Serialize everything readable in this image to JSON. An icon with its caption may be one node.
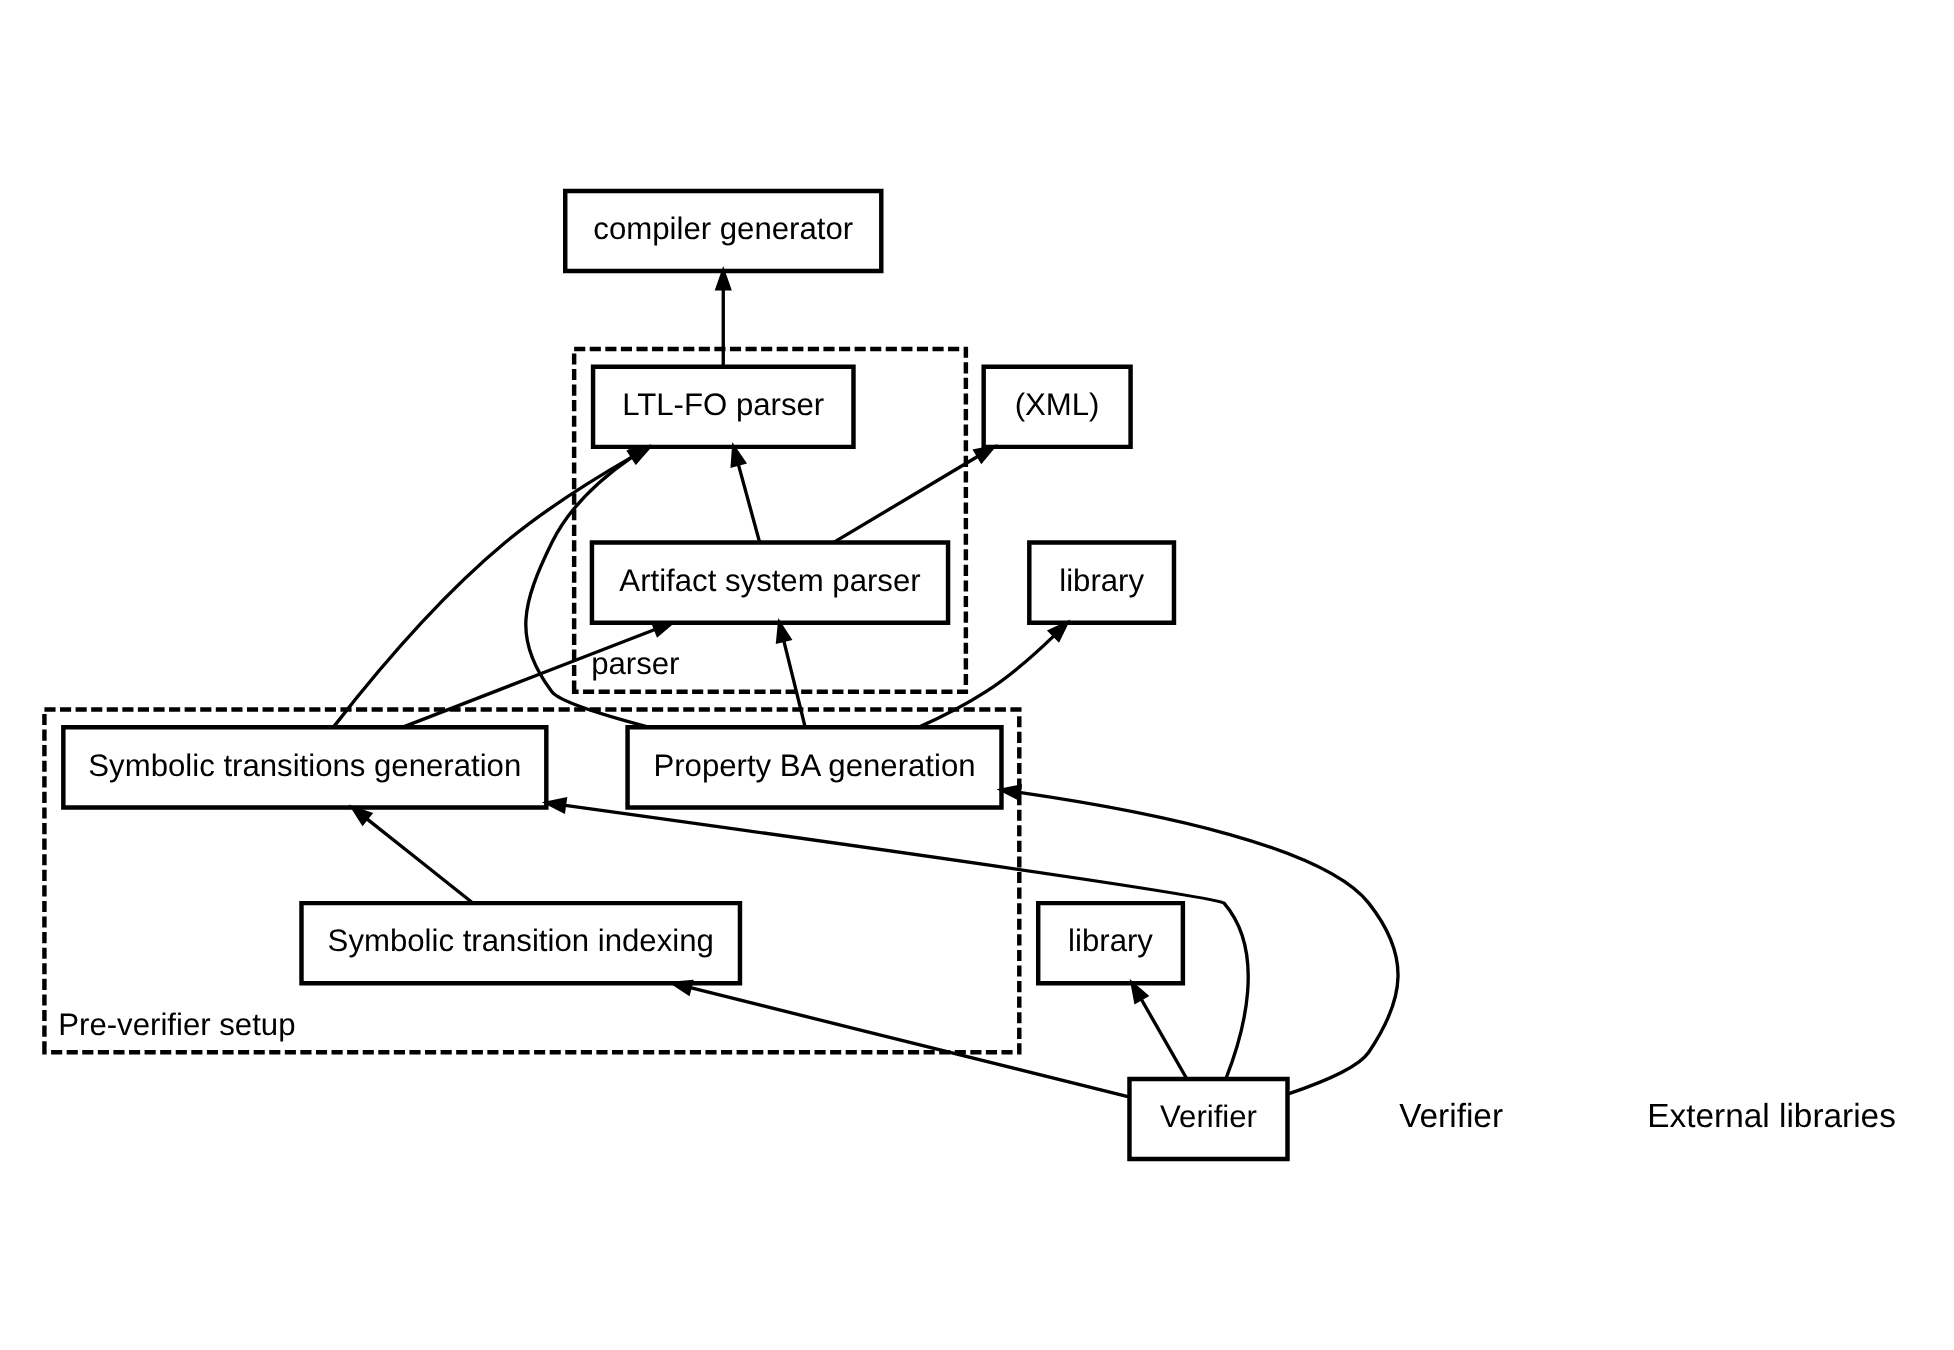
{
  "diagram": {
    "nodes": [
      {
        "text": [
          "parser"
        ]
      },
      {
        "text": [
          "Artifact system parser"
        ],
        "in": 0
      },
      {
        "text": [
          "LTL-FO parser"
        ],
        "in": 0
      },
      {
        "text": [
          "Pre-verifier setup"
        ]
      },
      {
        "text": [
          "Symbolic transition indexing"
        ],
        "in": 3
      },
      {
        "text": [
          "Symbolic transitions generation"
        ],
        "in": 3
      },
      {
        "text": [
          "Property BA generation"
        ],
        "in": 3
      },
      {
        "text": [
          "Verifier"
        ]
      },
      {
        "text": [
          "(XML)"
        ]
      },
      {
        "text": [
          "compiler generator"
        ]
      },
      {
        "text": [
          "library"
        ]
      },
      {
        "text": [
          "library"
        ]
      }
    ],
    "edges": [
      {
        "from": 1,
        "to": 2,
        "arrow": "to"
      },
      {
        "from": 1,
        "to": 8,
        "arrow": "to"
      },
      {
        "from": 2,
        "to": 9,
        "arrow": "to"
      },
      {
        "from": 4,
        "to": 5,
        "arrow": "to"
      },
      {
        "from": 5,
        "to": 1,
        "arrow": "to"
      },
      {
        "from": 5,
        "to": 2,
        "arrow": "to"
      },
      {
        "from": 6,
        "to": 1,
        "arrow": "to"
      },
      {
        "from": 6,
        "to": 2,
        "arrow": "to"
      },
      {
        "from": 6,
        "to": 10,
        "arrow": "to"
      },
      {
        "from": 7,
        "to": 4,
        "arrow": "to"
      },
      {
        "from": 7,
        "to": 5,
        "arrow": "to"
      },
      {
        "from": 7,
        "to": 6,
        "arrow": "to"
      },
      {
        "from": 7,
        "to": 11,
        "arrow": "to"
      }
    ],
    "labels": [
      "Verifier",
      "External libraries"
    ]
  }
}
